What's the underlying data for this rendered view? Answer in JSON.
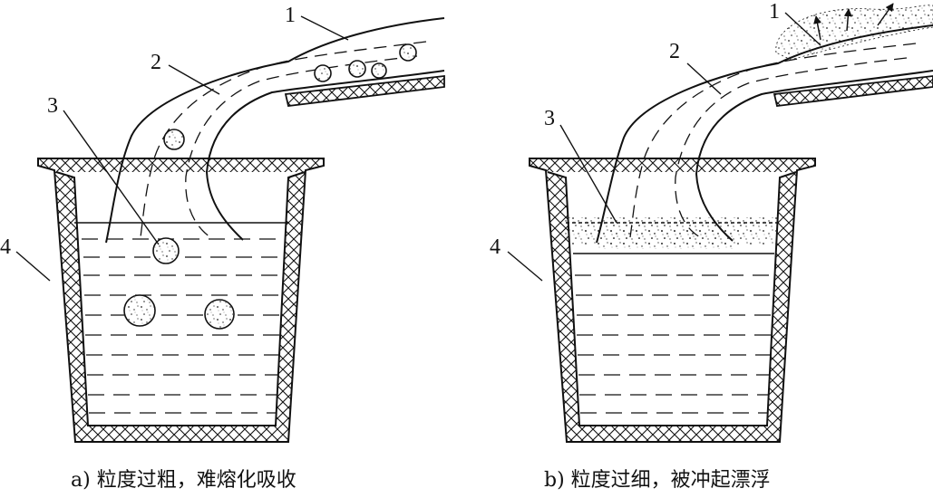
{
  "panels": [
    {
      "caption": "a) 粒度过粗，难熔化吸收",
      "labels": {
        "one": "1",
        "two": "2",
        "three": "3",
        "four": "4"
      }
    },
    {
      "caption": "b) 粒度过细，被冲起漂浮",
      "labels": {
        "one": "1",
        "two": "2",
        "three": "3",
        "four": "4"
      }
    }
  ],
  "colors": {
    "line": "#111111",
    "background": "#ffffff",
    "speckle": "#222222"
  }
}
